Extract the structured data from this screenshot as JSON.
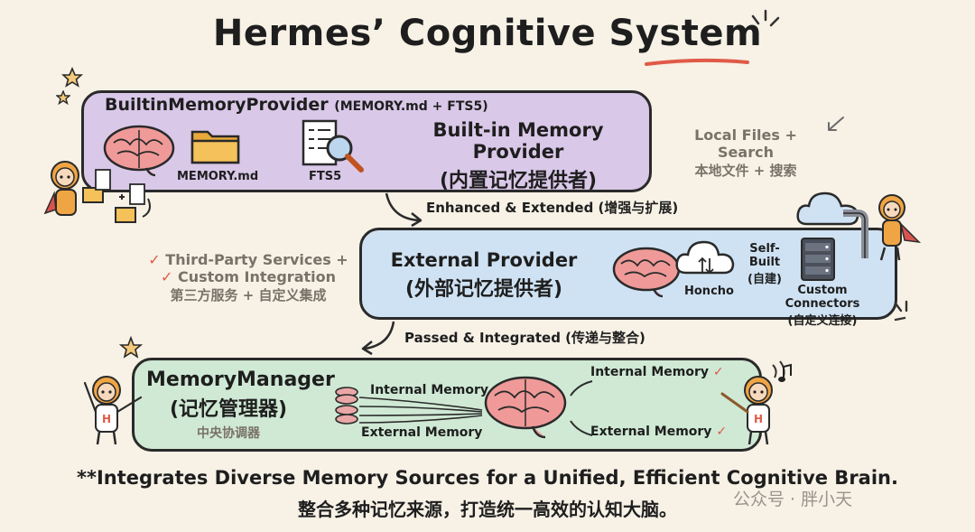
{
  "title": "Hermes’ Cognitive System",
  "builtin": {
    "name": "BuiltinMemoryProvider",
    "sub": "(MEMORY.md + FTS5)",
    "memory_label": "MEMORY.md",
    "fts_label": "FTS5",
    "title_en": "Built-in Memory Provider",
    "title_zh": "(内置记忆提供者)"
  },
  "local_note": {
    "en": "Local Files + Search",
    "zh": "本地文件 + 搜索"
  },
  "connector1": "Enhanced & Extended (增强与扩展)",
  "third_party": {
    "line1": "Third-Party Services +",
    "line2": "Custom Integration",
    "zh": "第三方服务 + 自定义集成"
  },
  "external": {
    "title_en": "External Provider",
    "title_zh": "(外部记忆提供者)",
    "honcho": "Honcho",
    "self_built": "Self-Built",
    "self_built_zh": "(自建)",
    "custom_connectors": "Custom Connectors",
    "custom_connectors_zh": "(自定义连接)"
  },
  "connector2": "Passed & Integrated (传递与整合)",
  "manager": {
    "title_en": "MemoryManager",
    "title_zh": "(记忆管理器)",
    "sub_zh": "中央协调器",
    "internal_memory": "Internal Memory",
    "external_memory": "External Memory",
    "internal_memory_out": "Internal Memory",
    "external_memory_out": "External Memory"
  },
  "footer": {
    "en": "**Integrates Diverse Memory Sources for a Unified, Efficient Cognitive Brain.",
    "zh": "整合多种记忆来源，打造统一高效的认知大脑。"
  },
  "watermark": "公众号 · 胖小天",
  "icons": [
    "brain-icon",
    "folder-icon",
    "document-search-icon",
    "cloud-icon",
    "server-icon",
    "check-icon",
    "star-icon",
    "mascot-icon"
  ],
  "colors": {
    "builtin_panel": "#d9c8e8",
    "external_panel": "#cfe2f3",
    "manager_panel": "#cfe9d4",
    "accent_red": "#e05a47",
    "background": "#f7f1e6"
  }
}
